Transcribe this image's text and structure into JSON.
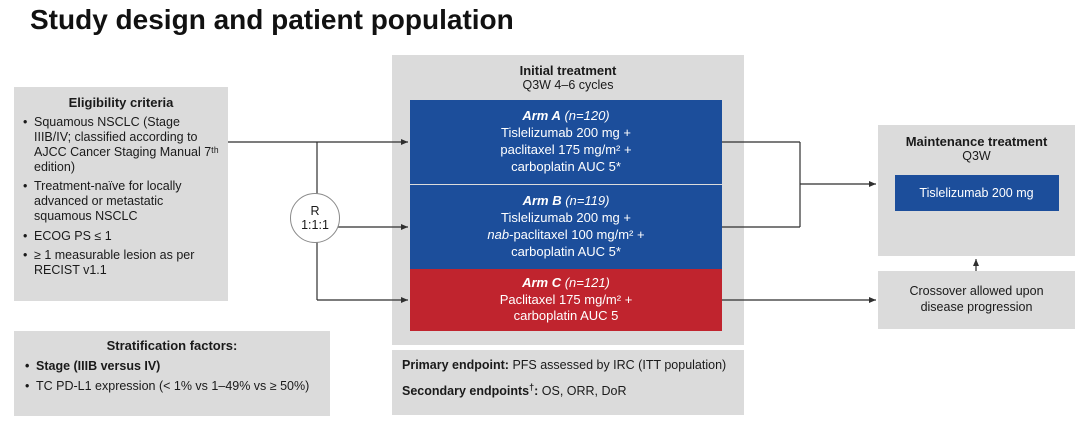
{
  "title": "Study design and patient population",
  "colors": {
    "arm_blue": "#1c4e9b",
    "arm_red": "#c0242e",
    "panel_gray": "#dbdbdb"
  },
  "eligibility": {
    "title": "Eligibility criteria",
    "items": [
      "Squamous NSCLC (Stage IIIB/IV; classified according to AJCC Cancer Staging Manual 7ᵗʰ edition)",
      "Treatment-naïve for locally advanced or metastatic squamous NSCLC",
      "ECOG PS ≤ 1",
      "≥ 1 measurable lesion as per RECIST v1.1"
    ]
  },
  "stratification": {
    "title": "Stratification factors:",
    "items": [
      "Stage (IIIB versus IV)",
      "TC PD-L1 expression (< 1% vs 1–49% vs ≥ 50%)"
    ]
  },
  "randomization": {
    "letter": "R",
    "ratio": "1:1:1"
  },
  "initial_treatment": {
    "title": "Initial treatment",
    "subtitle": "Q3W 4–6 cycles",
    "arm_a": {
      "label": "Arm A",
      "n": " (n=120)",
      "line1": "Tislelizumab 200 mg +",
      "line2": "paclitaxel 175 mg/m² +",
      "line3": "carboplatin AUC 5*"
    },
    "arm_b": {
      "label": "Arm B",
      "n": " (n=119)",
      "line1": "Tislelizumab 200 mg +",
      "line2_italic": "nab",
      "line2_rest": "-paclitaxel 100 mg/m² +",
      "line3": "carboplatin AUC 5*"
    },
    "arm_c": {
      "label": "Arm C",
      "n": " (n=121)",
      "line1": "Paclitaxel 175 mg/m² +",
      "line2": "carboplatin AUC 5"
    }
  },
  "maintenance": {
    "title": "Maintenance treatment",
    "subtitle": "Q3W",
    "drug": "Tislelizumab 200 mg"
  },
  "crossover": {
    "text": "Crossover allowed upon disease progression"
  },
  "endpoints": {
    "primary_label": "Primary endpoint:",
    "primary_text": " PFS assessed by IRC (ITT population)",
    "secondary_label": "Secondary endpoints",
    "secondary_sup": "†",
    "secondary_colon": ":",
    "secondary_text": " OS, ORR, DoR"
  }
}
